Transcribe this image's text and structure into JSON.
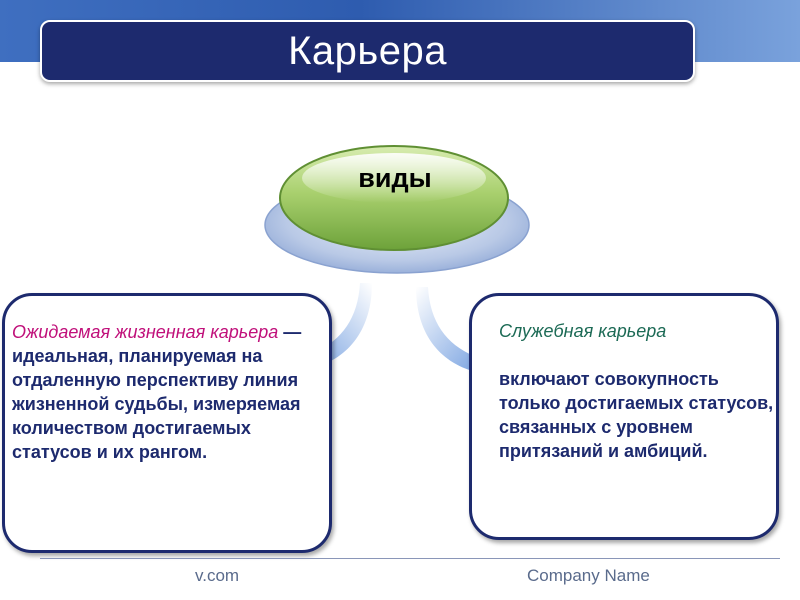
{
  "title": "Карьера",
  "hub_label": "виды",
  "left_card": {
    "term": "Ожидаемая жизненная карьера",
    "text": " — идеальная, планируемая на отдаленную перспективу линия жизненной судьбы, измеряемая количеством достигаемых статусов и их рангом."
  },
  "right_card": {
    "term": "Служебная карьера",
    "text": "включают совокупность только достигаемых статусов, связанных с уровнем притязаний и амбиций."
  },
  "footer": {
    "left": "v.com",
    "right": "Company Name"
  },
  "colors": {
    "title_bg": "#1d2a6e",
    "hub_green": "#8fc35a",
    "term_pink": "#c0107a",
    "term_green": "#1c6a55",
    "body_text": "#1d2a6e"
  }
}
